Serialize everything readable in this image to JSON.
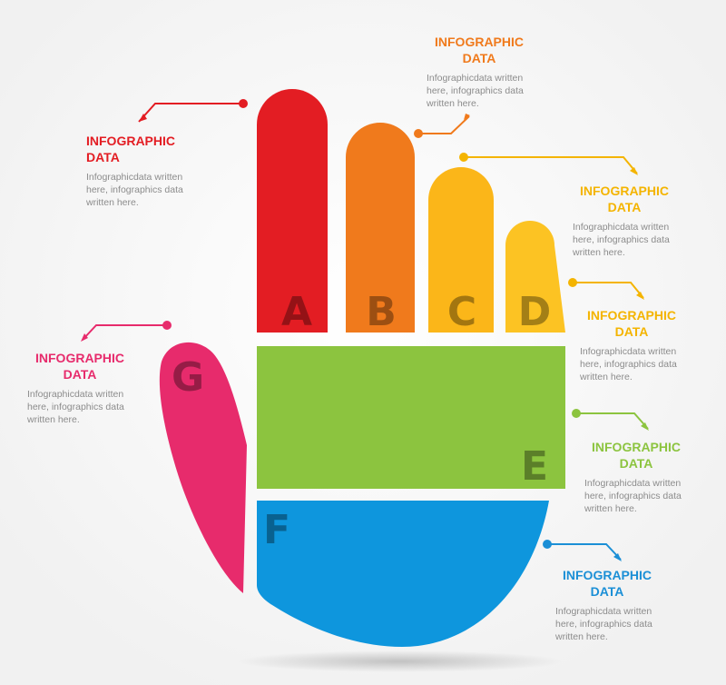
{
  "colors": {
    "a": "#e31d23",
    "b": "#f07a1c",
    "c": "#fbb619",
    "d": "#fcc323",
    "e": "#8cc43f",
    "f": "#0e96dd",
    "g": "#e72b6c",
    "letter_shade": "rgba(0,0,0,0.35)",
    "desc": "#8c8c8c"
  },
  "letters": {
    "a": "A",
    "b": "B",
    "c": "C",
    "d": "D",
    "e": "E",
    "f": "F",
    "g": "G"
  },
  "callouts": [
    {
      "id": "top-left",
      "title_line1": "INFOGRAPHIC",
      "title_line2": "DATA",
      "desc_line1": "Infographicdata written",
      "desc_line2": "here, infographics data",
      "desc_line3": "written here.",
      "color": "#e31d23"
    },
    {
      "id": "top-center",
      "title_line1": "INFOGRAPHIC",
      "title_line2": "DATA",
      "desc_line1": "Infographicdata written",
      "desc_line2": "here, infographics data",
      "desc_line3": "written here.",
      "color": "#f07a1c"
    },
    {
      "id": "right-1",
      "title_line1": "INFOGRAPHIC",
      "title_line2": "DATA",
      "desc_line1": "Infographicdata written",
      "desc_line2": "here, infographics data",
      "desc_line3": "written here.",
      "color": "#f4b400"
    },
    {
      "id": "right-2",
      "title_line1": "INFOGRAPHIC",
      "title_line2": "DATA",
      "desc_line1": "Infographicdata written",
      "desc_line2": "here, infographics data",
      "desc_line3": "written here.",
      "color": "#f4b400"
    },
    {
      "id": "right-3",
      "title_line1": "INFOGRAPHIC",
      "title_line2": "DATA",
      "desc_line1": "Infographicdata written",
      "desc_line2": "here, infographics data",
      "desc_line3": "written here.",
      "color": "#8cc43f"
    },
    {
      "id": "right-4",
      "title_line1": "INFOGRAPHIC",
      "title_line2": "DATA",
      "desc_line1": "Infographicdata written",
      "desc_line2": "here, infographics data",
      "desc_line3": "written here.",
      "color": "#1b8fd6"
    },
    {
      "id": "left",
      "title_line1": "INFOGRAPHIC",
      "title_line2": "DATA",
      "desc_line1": "Infographicdata written",
      "desc_line2": "here, infographics data",
      "desc_line3": "written here.",
      "color": "#e72b6c"
    }
  ]
}
